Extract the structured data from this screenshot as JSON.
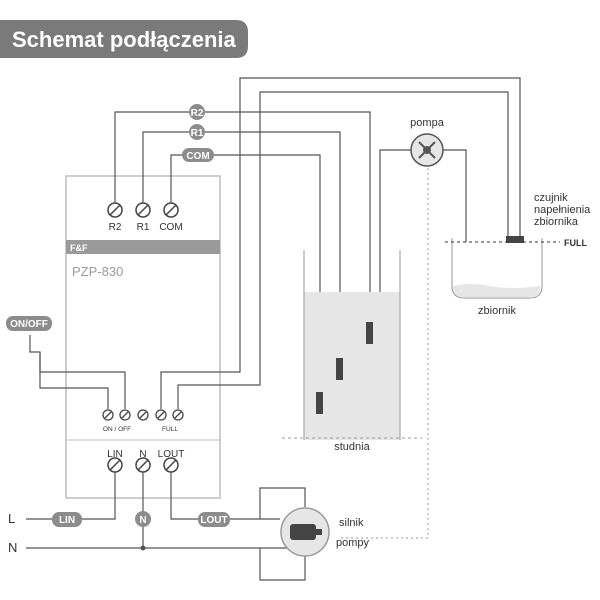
{
  "title": "Schemat podłączenia",
  "device": {
    "model": "PZP-830",
    "logo": "F&F",
    "top_terminals": [
      "R2",
      "R1",
      "COM"
    ],
    "mid_terminal_labels": [
      "ON / OFF",
      "FULL"
    ],
    "bottom_terminals": [
      "LIN",
      "N",
      "LOUT"
    ]
  },
  "wire_tags": {
    "r2": "R2",
    "r1": "R1",
    "com": "COM",
    "on_off": "ON/OFF",
    "l_in": "LIN",
    "n": "N",
    "l_out": "LOUT"
  },
  "lines": {
    "l": "L",
    "n": "N"
  },
  "components": {
    "pump": "pompa",
    "well": "studnia",
    "tank": "zbiornik",
    "sensor_line1": "czujnik",
    "sensor_line2": "napełnienia",
    "sensor_line3": "zbiornika",
    "full": "FULL",
    "motor_line1": "silnik",
    "motor_line2": "pompy"
  },
  "colors": {
    "wire": "#555555",
    "tag_bg": "#8c8c8c",
    "title_bg": "#7a7a7a",
    "water": "#e6e6e6",
    "device_band": "#9a9a9a"
  }
}
